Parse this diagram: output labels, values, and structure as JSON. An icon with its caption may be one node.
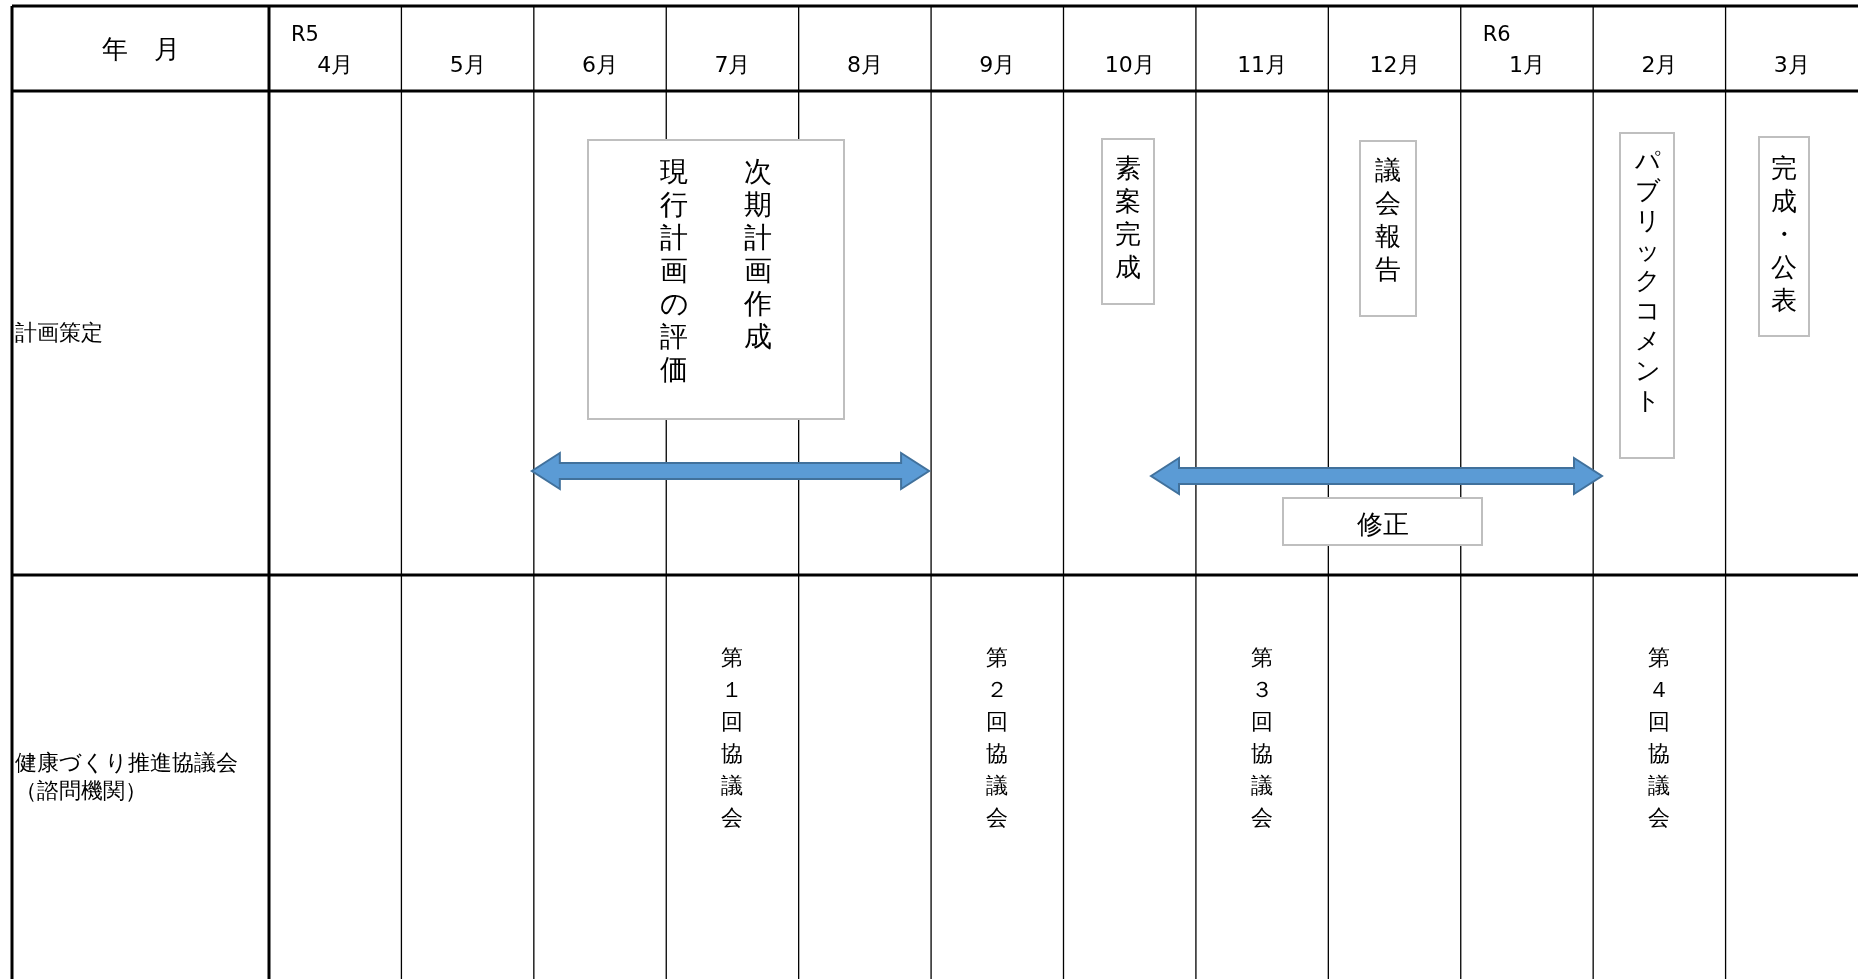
{
  "diagram": {
    "nodes": [
      {
        "text": [
          "現行計画の評価",
          "次期計画作成"
        ]
      },
      {
        "text": [
          "素案完成"
        ]
      },
      {
        "text": [
          "議会報告"
        ]
      },
      {
        "text": [
          "パブリックコメント"
        ]
      },
      {
        "text": [
          "完成・公表"
        ]
      },
      {
        "text": [
          "修正"
        ]
      }
    ],
    "labels": [
      "年　月",
      "R5",
      "4月",
      "5月",
      "6月",
      "7月",
      "8月",
      "9月",
      "10月",
      "11月",
      "12月",
      "R6",
      "1月",
      "2月",
      "3月",
      "計画策定",
      "健康づくり推進協議会",
      "（諮問機関）",
      "第１回協議会",
      "第２回協議会",
      "第３回協議会",
      "第４回協議会"
    ]
  }
}
